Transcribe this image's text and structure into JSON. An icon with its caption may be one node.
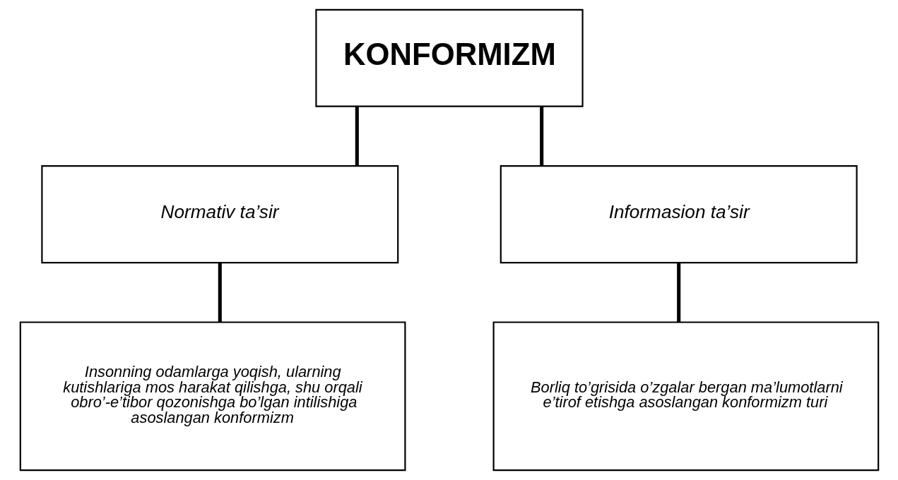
{
  "diagram": {
    "nodes": [
      {
        "text": [
          "KONFORMIZM"
        ]
      },
      {
        "text": [
          "Normativ ta’sir"
        ]
      },
      {
        "text": [
          "Informasion ta’sir"
        ]
      },
      {
        "text": [
          "Insonning odamlarga yoqish, ularning kutishlariga mos harakat qilishga, shu orqali obro’-e’tibor qozonishga bo’lgan intilishiga asoslangan konformizm"
        ]
      },
      {
        "text": [
          "Borliq to’grisida o’zgalar bergan ma’lumotlarni e’tirof etishga asoslangan konformizm turi"
        ]
      }
    ],
    "edges": [
      {
        "from": 0,
        "to": 1,
        "arrow": "none"
      },
      {
        "from": 0,
        "to": 2,
        "arrow": "none"
      },
      {
        "from": 1,
        "to": 3,
        "arrow": "none"
      },
      {
        "from": 2,
        "to": 4,
        "arrow": "none"
      }
    ]
  }
}
